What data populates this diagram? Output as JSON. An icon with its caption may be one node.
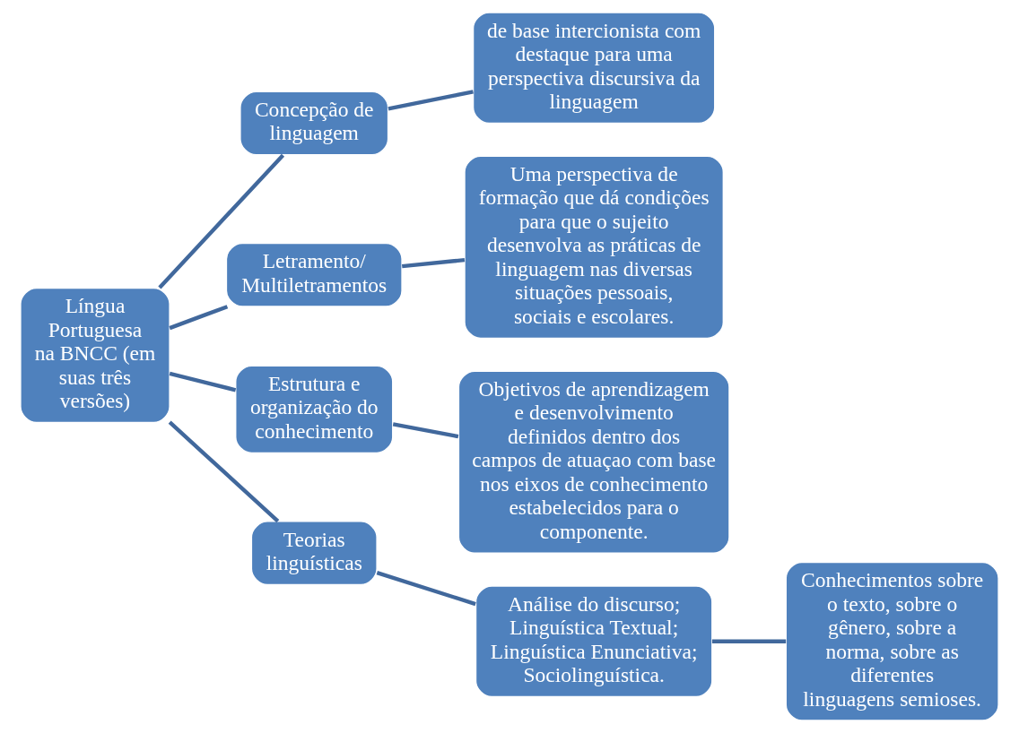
{
  "diagram": {
    "nodes": [
      {
        "text": [
          "Língua Portuguesa na BNCC (em suas três versões)"
        ]
      },
      {
        "text": [
          "Concepção de linguagem"
        ]
      },
      {
        "text": [
          "de base intercionista com destaque para uma perspectiva discursiva da linguagem"
        ]
      },
      {
        "text": [
          "Letramento/ Multiletramentos"
        ]
      },
      {
        "text": [
          "Uma perspectiva de formação que dá condições para que o sujeito desenvolva as práticas de linguagem nas diversas situações pessoais, sociais e escolares."
        ]
      },
      {
        "text": [
          "Estrutura e organização do conhecimento"
        ]
      },
      {
        "text": [
          "Objetivos de aprendizagem e desenvolvimento definidos dentro dos campos de atuaçao com base nos eixos de conhecimento estabelecidos para o componente."
        ]
      },
      {
        "text": [
          "Teorias linguísticas"
        ]
      },
      {
        "text": [
          "Análise do discurso;",
          "Linguística Textual;",
          "Linguística Enunciativa;",
          "Sociolinguística."
        ]
      },
      {
        "text": [
          "Conhecimentos sobre o texto, sobre o gênero, sobre a norma, sobre as diferentes linguagens semioses."
        ]
      }
    ],
    "edges": [
      {
        "from": 0,
        "to": 1,
        "arrow": "none"
      },
      {
        "from": 0,
        "to": 3,
        "arrow": "none"
      },
      {
        "from": 0,
        "to": 5,
        "arrow": "none"
      },
      {
        "from": 0,
        "to": 7,
        "arrow": "none"
      },
      {
        "from": 1,
        "to": 2,
        "arrow": "none"
      },
      {
        "from": 3,
        "to": 4,
        "arrow": "none"
      },
      {
        "from": 5,
        "to": 6,
        "arrow": "none"
      },
      {
        "from": 7,
        "to": 8,
        "arrow": "none"
      },
      {
        "from": 8,
        "to": 9,
        "arrow": "none"
      }
    ]
  }
}
